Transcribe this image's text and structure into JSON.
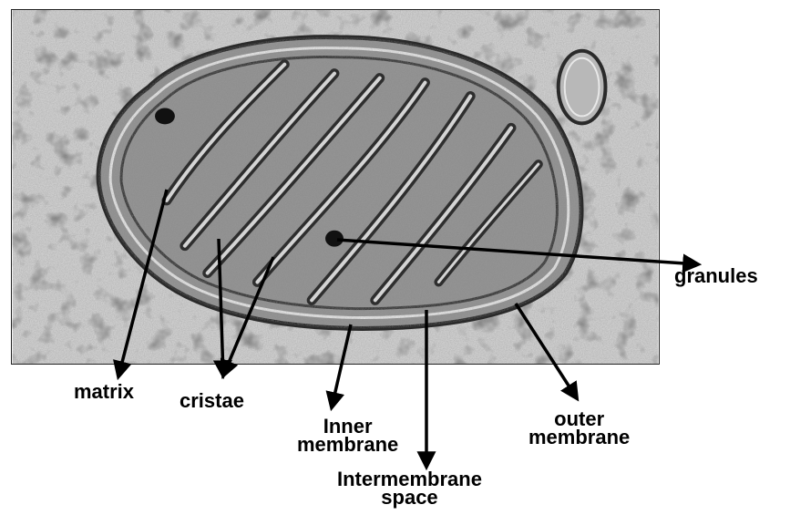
{
  "labels": {
    "granules": "granules",
    "matrix": "matrix",
    "cristae": "cristae",
    "inner_membrane": [
      "Inner",
      "membrane"
    ],
    "intermembrane_space": [
      "Intermembrane",
      "space"
    ],
    "outer_membrane": [
      "outer",
      "membrane"
    ]
  },
  "colors": {
    "arrow": "#000000",
    "background": "#ffffff"
  }
}
